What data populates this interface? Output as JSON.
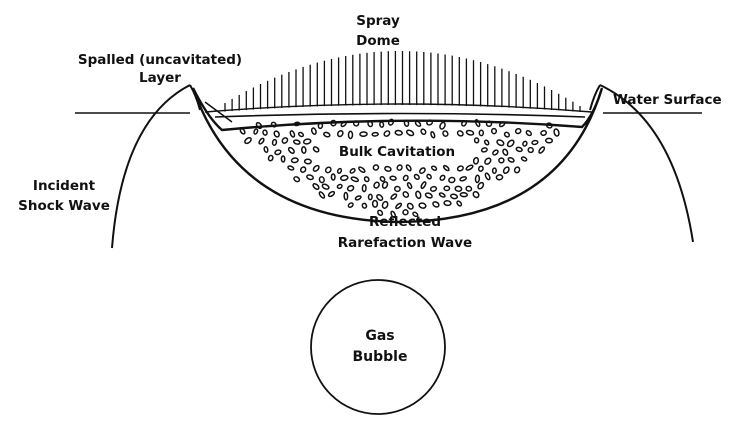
{
  "labels": {
    "spray_line1": "Spray",
    "spray_line2": "Dome",
    "spalled_line1": "Spalled (uncavitated)",
    "spalled_line2": "Layer",
    "water_surface": "Water Surface",
    "bulk_cavitation": "Bulk Cavitation",
    "incident_line1": "Incident",
    "incident_line2": "Shock Wave",
    "reflected_line1": "Reflected",
    "reflected_line2": "Rarefaction Wave",
    "gas_line1": "Gas",
    "gas_line2": "Bubble"
  },
  "colors": {
    "ink": "#111111",
    "background": "#ffffff"
  }
}
